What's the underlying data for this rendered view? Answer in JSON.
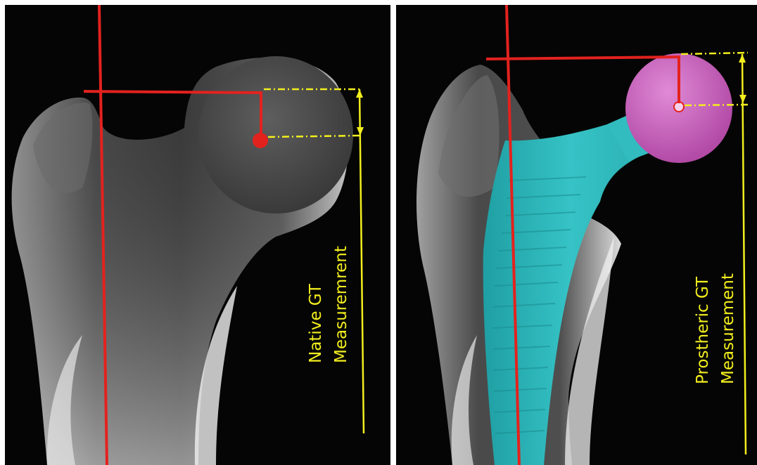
{
  "figure": {
    "left_panel": {
      "label_line1": "Native GT",
      "label_line2": "Measuremrent"
    },
    "right_panel": {
      "label_line1": "Prostheric GT",
      "label_line2": "Measurement"
    },
    "colors": {
      "axis_line": "#e3221e",
      "measurement_line": "#f2ee1e",
      "prosthetic_stem": "#2bb5b8",
      "prosthetic_head": "#c25bb5",
      "background": "#050505"
    }
  }
}
